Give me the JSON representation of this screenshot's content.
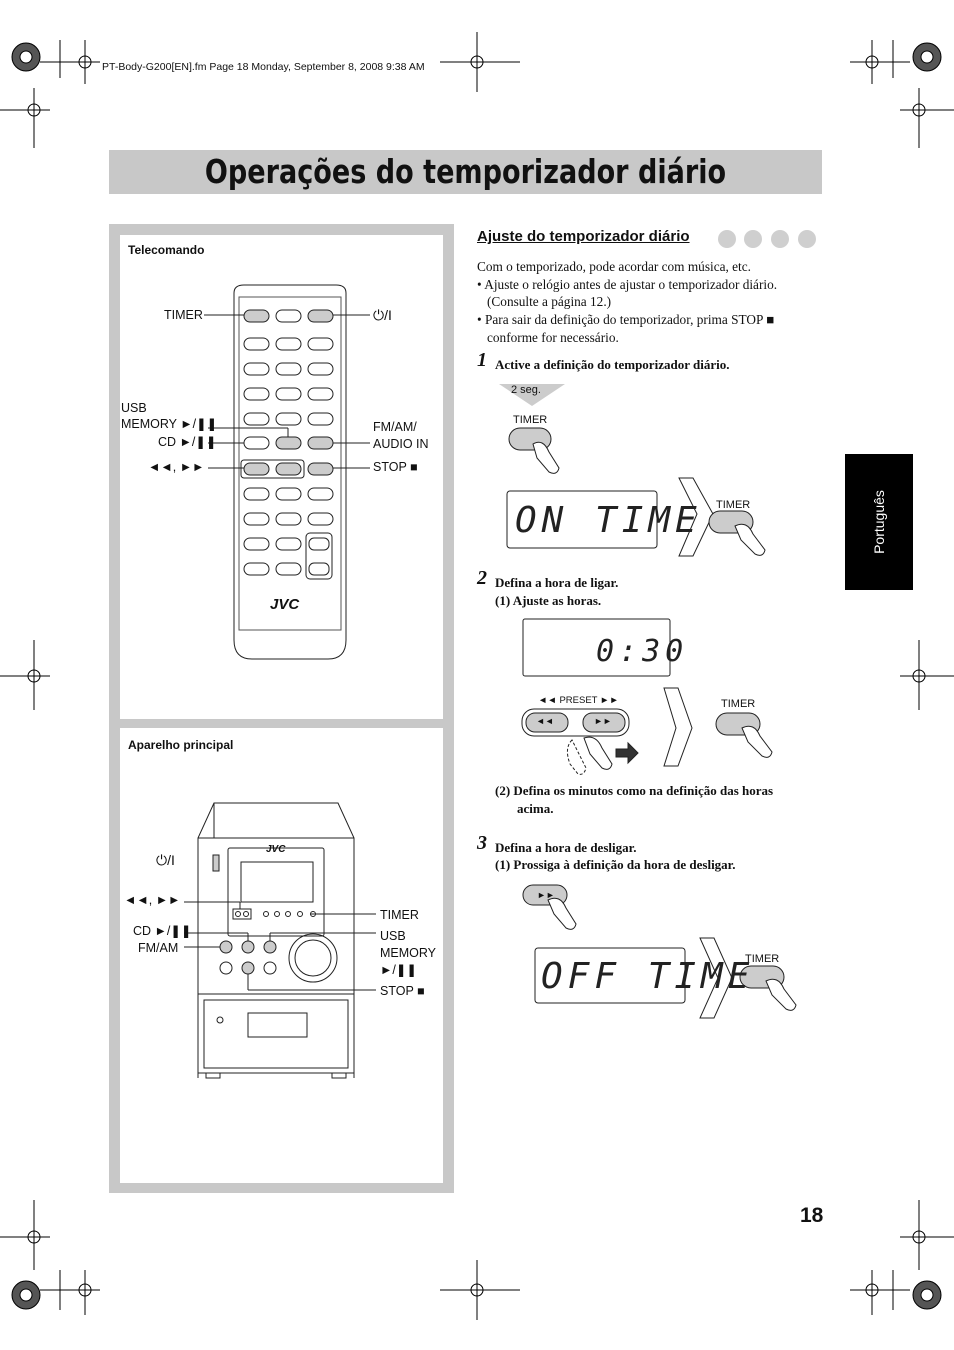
{
  "header": {
    "file_line": "PT-Body-G200[EN].fm  Page 18  Monday, September 8, 2008  9:38 AM"
  },
  "title": "Operações do temporizador diário",
  "language_tab": "Português",
  "remote": {
    "heading": "Telecomando",
    "labels": {
      "timer": "TIMER",
      "power": "⏻/I",
      "usb": "USB",
      "memory": "MEMORY ►/❚❚",
      "cd": "CD ►/❚❚",
      "skip": "◄◄, ►►",
      "fmam": "FM/AM/",
      "audio_in": "AUDIO IN",
      "stop": "STOP ■"
    },
    "brand": "JVC"
  },
  "main_unit": {
    "heading": "Aparelho principal",
    "labels": {
      "power": "⏻/I",
      "skip": "◄◄, ►►",
      "cd": "CD ►/❚❚",
      "fmam": "FM/AM",
      "timer": "TIMER",
      "usb": "USB",
      "memory": "MEMORY",
      "playpause": "►/❚❚",
      "stop": "STOP ■"
    },
    "brand": "JVC"
  },
  "section": {
    "title": "Ajuste do temporizador diário",
    "intro": "Com o temporizado, pode acordar com música, etc.",
    "bullet1_a": "• Ajuste o relógio antes de ajustar o temporizador diário.",
    "bullet1_b": "(Consulte a página 12.)",
    "bullet2_a": "• Para sair da definição do temporizador, prima STOP ■",
    "bullet2_b": "conforme for necessário."
  },
  "steps": {
    "s1_num": "1",
    "s1_text": "Active a definição do temporizador diário.",
    "s1_hold": "2 seg.",
    "s1_display": "ON TIME",
    "s2_num": "2",
    "s2_text": "Defina a hora de ligar.",
    "s2_sub1": "(1)  Ajuste as horas.",
    "s2_display": "0:30",
    "s2_preset": "◄◄  PRESET  ►►",
    "s2_sub2_a": "(2)  Defina os minutos como na definição das horas",
    "s2_sub2_b": "acima.",
    "s3_num": "3",
    "s3_text": "Defina a hora de desligar.",
    "s3_sub1": "(1)  Prossiga à definição da hora de desligar.",
    "s3_display": "OFF TIME"
  },
  "buttons": {
    "timer": "TIMER",
    "prev": "◄◄",
    "next": "►►",
    "skip": "►►"
  },
  "page_number": "18"
}
